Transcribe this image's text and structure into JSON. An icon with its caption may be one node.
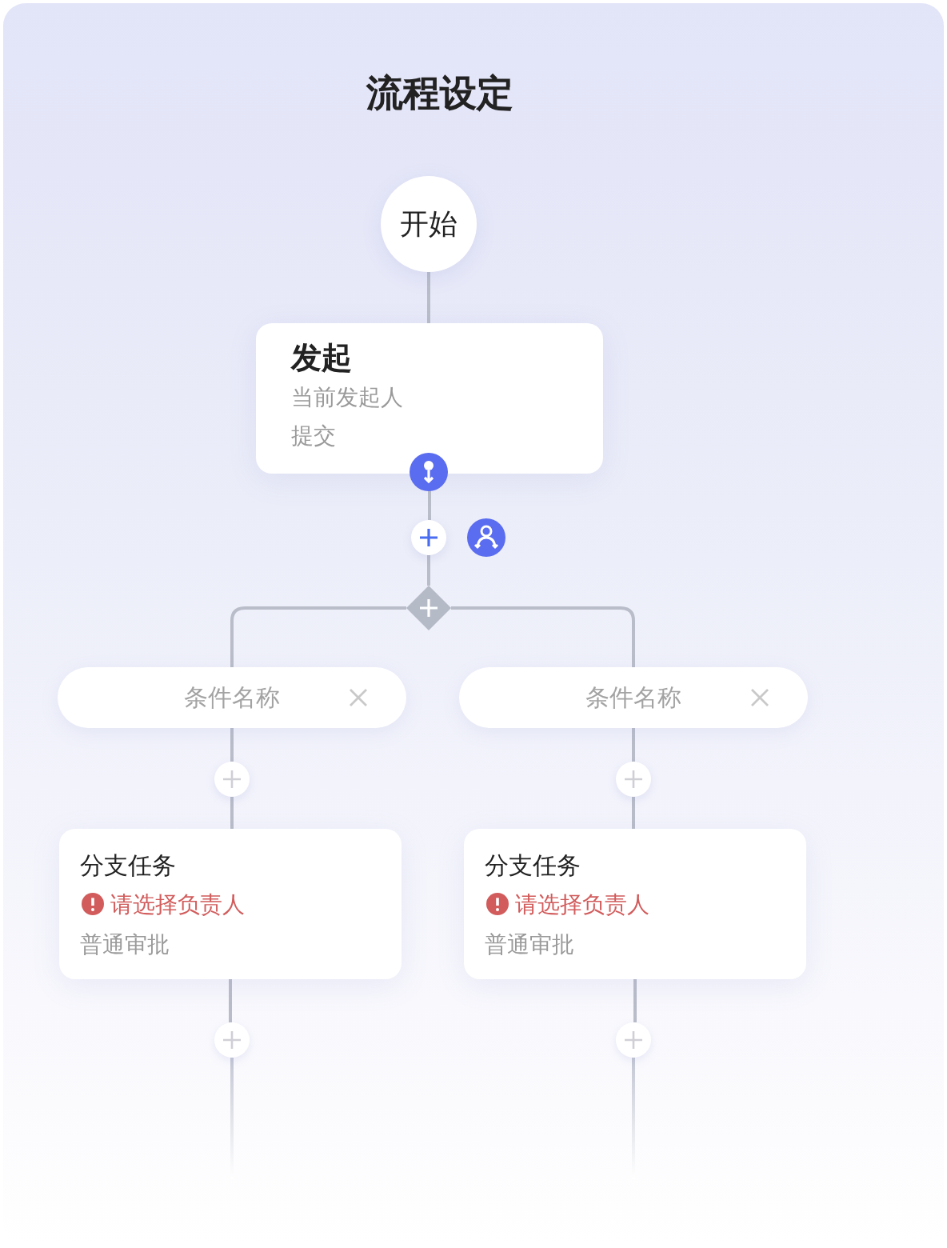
{
  "diagram": {
    "title": "流程设定",
    "nodes": [
      {
        "text": [
          "开始"
        ]
      },
      {
        "text": [
          "发起",
          "当前发起人",
          "提交"
        ]
      },
      {
        "text": [],
        "shape": "circle"
      },
      {
        "text": [],
        "shape": "diamond"
      },
      {
        "text": [
          "条件名称"
        ]
      },
      {
        "text": [
          "条件名称"
        ]
      },
      {
        "text": [],
        "shape": "circle"
      },
      {
        "text": [],
        "shape": "circle"
      },
      {
        "text": [
          "分支任务",
          "请选择负责人",
          "普通审批"
        ]
      },
      {
        "text": [
          "分支任务",
          "请选择负责人",
          "普通审批"
        ]
      },
      {
        "text": [],
        "shape": "circle"
      },
      {
        "text": [],
        "shape": "circle"
      }
    ],
    "edges": [
      {
        "from": 0,
        "to": 1,
        "arrow": "none"
      },
      {
        "from": 1,
        "to": 2,
        "arrow": "none"
      },
      {
        "from": 2,
        "to": 3,
        "arrow": "none"
      },
      {
        "from": 3,
        "to": 4,
        "arrow": "none"
      },
      {
        "from": 3,
        "to": 5,
        "arrow": "none"
      },
      {
        "from": 4,
        "to": 6,
        "arrow": "none"
      },
      {
        "from": 5,
        "to": 7,
        "arrow": "none"
      },
      {
        "from": 6,
        "to": 8,
        "arrow": "none"
      },
      {
        "from": 7,
        "to": 9,
        "arrow": "none"
      },
      {
        "from": 8,
        "to": 10,
        "arrow": "none"
      },
      {
        "from": 9,
        "to": 11,
        "arrow": "none"
      },
      {
        "from": 10,
        "to": null,
        "arrow": "none"
      },
      {
        "from": 11,
        "to": null,
        "arrow": "none"
      }
    ]
  }
}
